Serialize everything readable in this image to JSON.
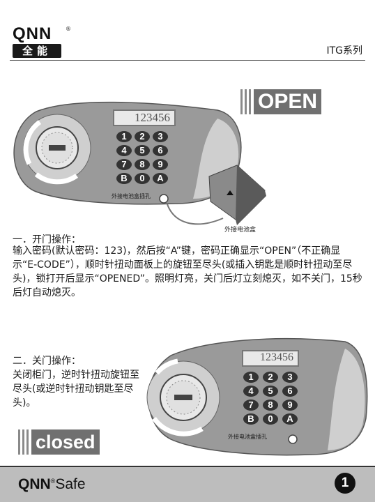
{
  "header": {
    "brand": "QNN",
    "brand_reg": "®",
    "brand_cn": "全能",
    "series": "ITG系列"
  },
  "panel_open": {
    "display": "123456",
    "keys": [
      "1",
      "2",
      "3",
      "4",
      "5",
      "6",
      "7",
      "8",
      "9",
      "B",
      "0",
      "A"
    ],
    "port_label": "外接电池盒插孔",
    "battery_label": "外接电池盒",
    "status_badge": "OPEN"
  },
  "section_open": {
    "title": "一．开门操作：",
    "body": "输入密码(默认密码：123)，然后按“A”键，密码正确显示“OPEN”（不正确显示“E-CODE”），顺时针扭动面板上的旋钮至尽头(或插入钥匙是顺时针扭动至尽头)，锁打开后显示“OPENED”。照明灯亮，关门后灯立刻熄灭，如不关门，15秒后灯自动熄灭。"
  },
  "section_close": {
    "title": "二．关门操作：",
    "body": "关闭柜门，逆时针扭动旋钮至尽头(或逆时针扭动钥匙至尽头)。"
  },
  "panel_close": {
    "display": "123456",
    "keys": [
      "1",
      "2",
      "3",
      "4",
      "5",
      "6",
      "7",
      "8",
      "9",
      "B",
      "0",
      "A"
    ],
    "port_label": "外接电池盒插孔",
    "status_badge": "closed"
  },
  "footer": {
    "brand": "QNN",
    "brand_reg": "®",
    "brand_suffix": "Safe",
    "page_number": "1"
  },
  "colors": {
    "panel_dark": "#9a9a9a",
    "panel_light": "#cfcfcf",
    "key": "#333333",
    "badge": "#707070",
    "footer": "#bdbdbd"
  }
}
